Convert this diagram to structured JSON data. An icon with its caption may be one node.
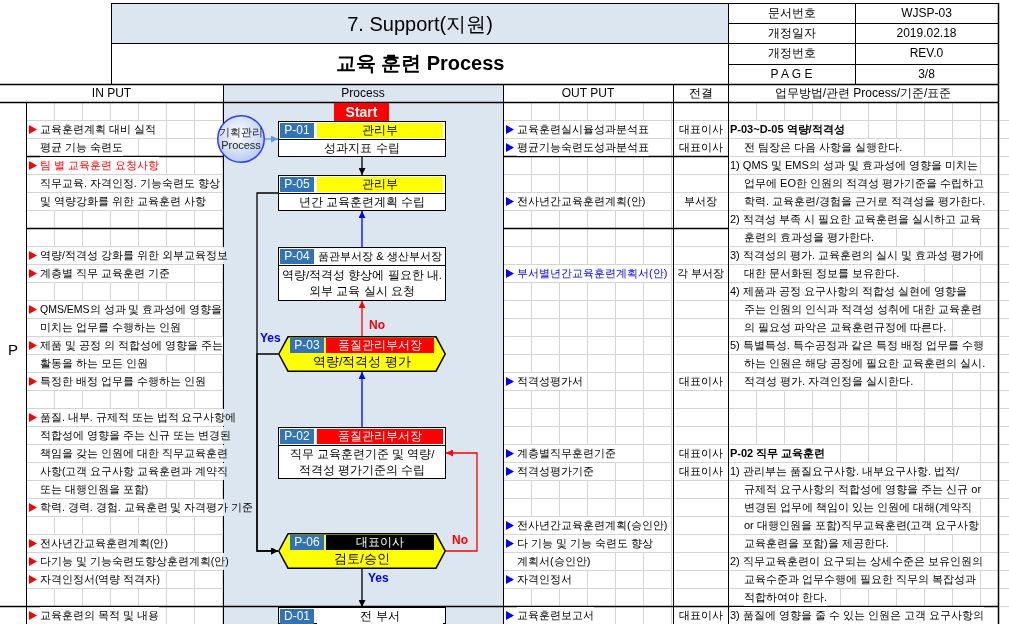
{
  "diagram": {
    "title": "7. Support(지원)",
    "nodes": [
      {
        "text": [
          "Start"
        ]
      },
      {
        "text": [
          "기획관리 Process"
        ]
      },
      {
        "text": [
          "P-01",
          "관리부",
          "성과지표 수립"
        ]
      },
      {
        "text": [
          "P-05",
          "관리부",
          "년간 교육훈련계획 수립"
        ]
      },
      {
        "text": [
          "P-04",
          "품관부서장 & 생산부서장",
          "역량/적격성 향상에 필요한 내.외부 교육 실시 요청"
        ]
      },
      {
        "text": [
          "P-03",
          "품질관리부서장",
          "역량/적격성 평가"
        ]
      },
      {
        "text": [
          "P-02",
          "품질관리부서장",
          "직무 교육훈련기준 및 역량/적격성 평가기준의 수립"
        ]
      },
      {
        "text": [
          "P-06",
          "대표이사",
          "검토/승인"
        ]
      },
      {
        "text": [
          "D-01",
          "전 부서"
        ]
      }
    ],
    "edges": [
      {
        "from": 1,
        "to": 2,
        "arrow": "to",
        "color": "#5b9bd5"
      },
      {
        "from": 2,
        "to": 3,
        "arrow": "to"
      },
      {
        "from": 4,
        "to": 3,
        "arrow": "to",
        "color": "#0000ff"
      },
      {
        "from": 5,
        "to": 4,
        "arrow": "to",
        "label": "No",
        "color": "#ff0000"
      },
      {
        "from": 6,
        "to": 5,
        "arrow": "to",
        "color": "#0000ff"
      },
      {
        "from": 3,
        "to": 7,
        "arrow": "to"
      },
      {
        "from": 5,
        "to": 7,
        "arrow": "to",
        "label": "Yes"
      },
      {
        "from": 7,
        "to": 6,
        "arrow": "to",
        "label": "No",
        "color": "#ff0000"
      },
      {
        "from": 7,
        "to": 8,
        "arrow": "to",
        "label": "Yes"
      }
    ],
    "labels": [
      "문서번호",
      "WJSP-03",
      "개정일자",
      "2019.02.18",
      "교육 훈련 Process",
      "개정번호",
      "REV.0",
      "P A G E",
      "3/8",
      "IN PUT",
      "Process",
      "OUT PUT",
      "전결",
      "업무방법/관련 Process/기준/표준",
      "P",
      "교육훈련계획 대비 실적",
      "교육훈련실시율성과분석표",
      "대표이사",
      "P-03~D-05 역량/적격성",
      "평균 기능 숙련도",
      "평균기능숙련도성과분석표",
      "대표이사",
      "전 팀장은 다음 사항을 실행한다.",
      "팀 별 교육훈련 요청사항",
      "1) QMS 및 EMS의 성과 및 효과성에 영향을 미치는",
      "직무교육. 자격인정. 기능숙련도 향상",
      "업무에 EO한 인원의 적격성 평가기준을 수립하고",
      "및 역량강화를 위한 교육훈련 사항",
      "전사년간교육훈련계획(안)",
      "부서장",
      "학력. 교육훈련/경험을 근거로 적격성을 평가한다.",
      "2) 적격성 부족 시 필요한 교육훈련을 실시하고 교육",
      "훈련의 효과성을 평가한다.",
      "역량/적격성 강화를 위한 외부교육정보",
      "3) 적격성의 평가. 교육훈련의 실시 및 효과성 평가에",
      "계층별 직무 교육훈련 기준",
      "부서별년간교육훈련계획서(안)",
      "각 부서장",
      "대한 문서화된 정보를 보유한다.",
      "4) 제품과 공정 요구사항의 적합성 실현에 영향을",
      "QMS/EMS의 성과 및 효과성에 영향을",
      "주는 인원의 인식과 적격성 성취에 대한 교육훈련",
      "미치는 업무를 수행하는 인원",
      "의 필요성 파악은 교육훈련규정에 따른다.",
      "제품 및 공정 의 적합성에 영향을 주는",
      "5) 특별특성. 특수공정과 같은 특정 배정 업무를 수행",
      "활동을 하는 모든 인원",
      "하는 인원은 해당 공정에 필요한 교육훈련의 실시.",
      "특정한 배정 업무를 수행하는 인원",
      "적격성평가서",
      "대표이사",
      "적격성 평가. 자격인정을 실시한다.",
      "품질. 내부. 규제적 또는 법적 요구사항에",
      "적합성에 영향을 주는 신규 또는 변경된",
      "책임을 갖는 인원에 대한 직무교육훈련",
      "계층별직무훈련기준",
      "대표이사",
      "P-02 직무 교육훈련",
      "사항(고객 요구사항 교육훈련과 계약직",
      "적격성평가기준",
      "대표이사",
      "1) 관리부는 품질요구사항. 내부요구사항. 법적/",
      "또는 대행인원을 포함)",
      "규제적 요구사항의 적합성에 영향을 주는 신규 or",
      "학력. 경력. 경험. 교육훈련 및 자격평가 기준",
      "변경된 업무에 책임이 있는 인원에 대해(계약직",
      "전사년간교육훈련계획(승인안)",
      "or 대행인원을 포함)직무교육훈련(고객 요구사항",
      "전사년간교육훈련계획(안)",
      "다 기능 및 기능 숙련도 향상",
      "교육훈련을 포함)을 제공한다.",
      "다기능 및 기능숙련도향상훈련계획(안)",
      "계획서(승인안)",
      "2) 직무교육훈련이 요구되는 상세수준은 보유인원의",
      "자격인정서(역량 적격자)",
      "자격인정서",
      "교육수준과 업무수행에 필요한 직무의 복잡성과",
      "적합하여야 한다.",
      "교육훈련의 목적 및 내용",
      "교육훈련보고서",
      "대표이사",
      "3) 품질에 영향을 줄 수 있는 인원은 고객 요구사항의"
    ]
  }
}
